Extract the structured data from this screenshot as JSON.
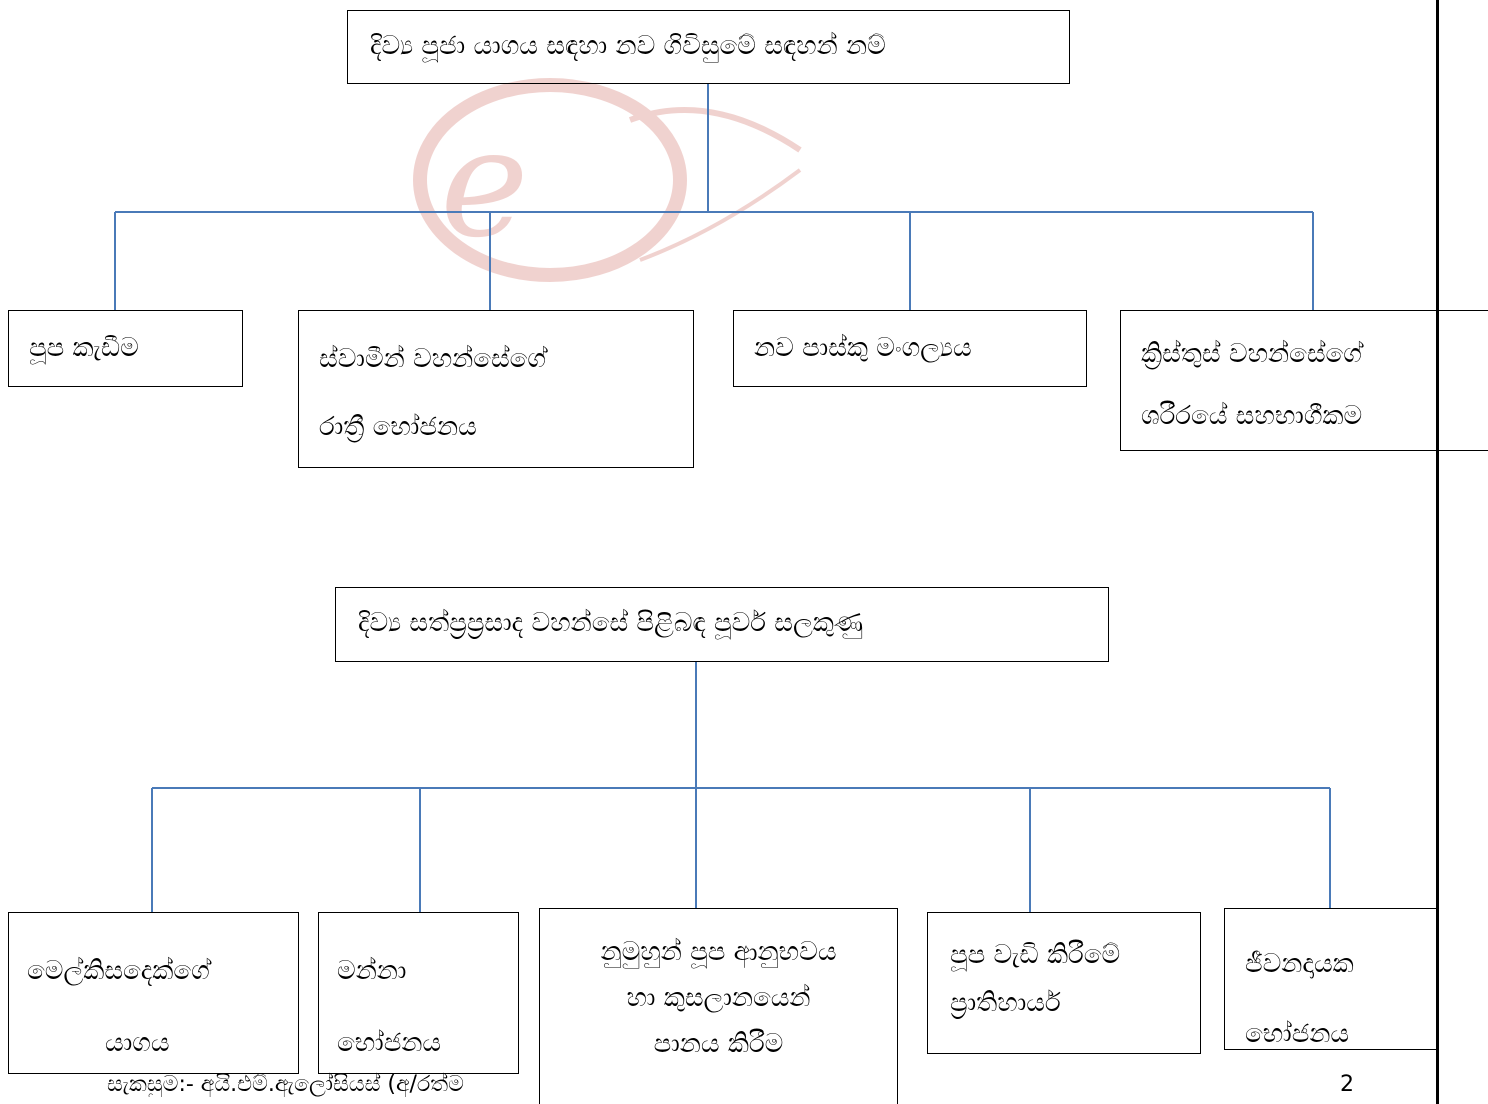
{
  "diagram1": {
    "root": "දිව්‍ය පූජා යාගය සඳහා නව ගිවිසුමේ සඳහන් නම්",
    "children": [
      {
        "lines": [
          "පූප කැඩීම"
        ]
      },
      {
        "lines": [
          "ස්වාමීන් වහන්සේගේ",
          "රාත්‍රී භෝජනය"
        ]
      },
      {
        "lines": [
          "නව පාස්කු මංගල්‍යය"
        ]
      },
      {
        "lines": [
          "ක්‍රිස්තුස් වහන්සේගේ",
          "ශරීරයේ  සහභාගීකම"
        ]
      }
    ]
  },
  "diagram2": {
    "root": "දිව්‍ය සත්ප්‍රප්‍රසාද වහන්සේ පිළිබඳ පූර්ව සලකුණු",
    "children": [
      {
        "lines": [
          "මෙල්කිසදෙක්ගේ",
          "යාගය"
        ]
      },
      {
        "lines": [
          "මන්නා",
          "භෝජනය"
        ]
      },
      {
        "lines": [
          "නුමුහුන් පූප ආනුභවය",
          "හා කුසලානයෙන්",
          "පානය කිරීම"
        ]
      },
      {
        "lines": [
          "පූප වැඩි කිරීමේ",
          "ප්‍රාතිහාර්ය"
        ]
      },
      {
        "lines": [
          "ජීවනදායක",
          "භෝජනය"
        ]
      }
    ]
  },
  "footer": {
    "author": "සැකසුම:- අයි.එම්.ඇලෝසියස්  (අ/රත්ම",
    "page_number": "2"
  },
  "colors": {
    "connector": "#4a7ab8",
    "border": "#000000",
    "watermark": "#c0392b"
  }
}
